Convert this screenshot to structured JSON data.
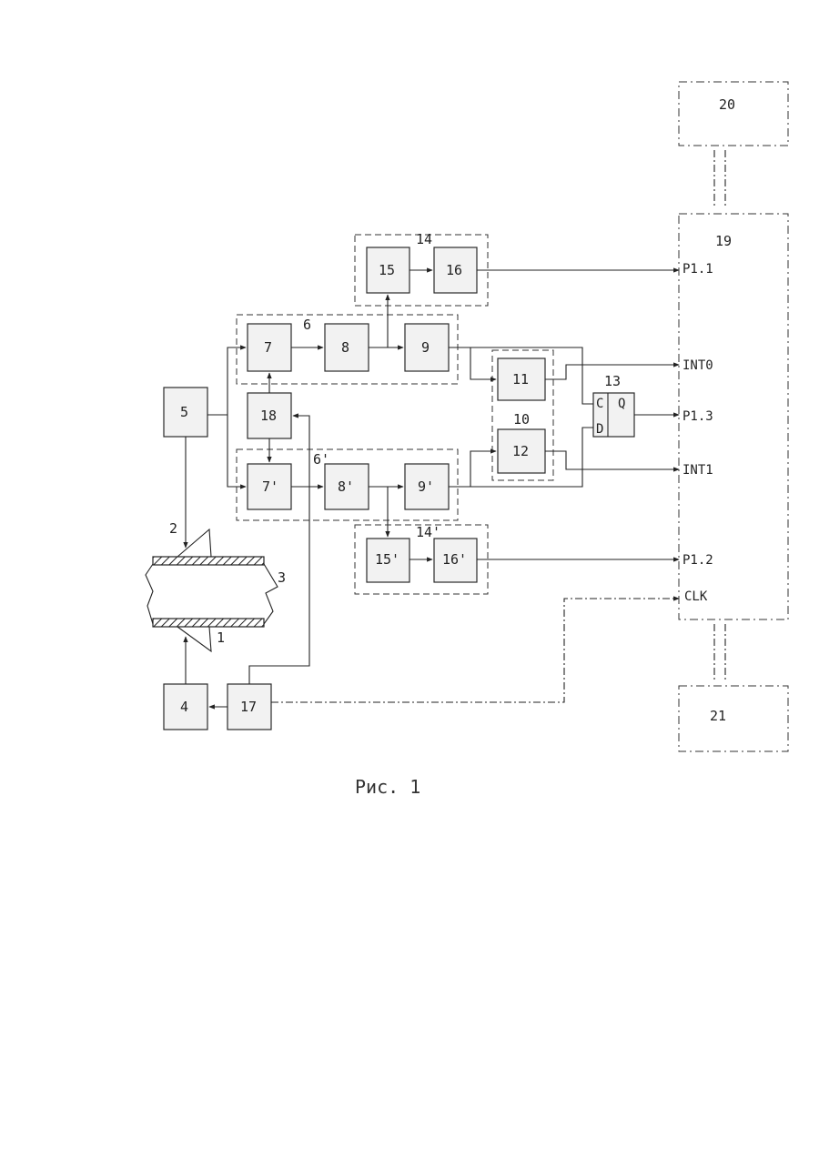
{
  "blocks": {
    "b4": "4",
    "b5": "5",
    "b7": "7",
    "b8": "8",
    "b9": "9",
    "b7p": "7'",
    "b8p": "8'",
    "b9p": "9'",
    "b11": "11",
    "b12": "12",
    "b15": "15",
    "b16": "16",
    "b15p": "15'",
    "b16p": "16'",
    "b17": "17",
    "b18": "18",
    "b20": "20",
    "b21": "21"
  },
  "group_labels": {
    "g6": "6",
    "g6p": "6'",
    "g10": "10",
    "g13": "13",
    "g14": "14",
    "g14p": "14'",
    "g19": "19",
    "pipe_1": "1",
    "pipe_2": "2",
    "pipe_3": "3"
  },
  "trigger": {
    "c": "C",
    "d": "D",
    "q": "Q"
  },
  "ports": {
    "p1_1": "P1.1",
    "int0": "INT0",
    "p1_3": "P1.3",
    "int1": "INT1",
    "p1_2": "P1.2",
    "clk": "CLK"
  },
  "caption": "Рис. 1"
}
